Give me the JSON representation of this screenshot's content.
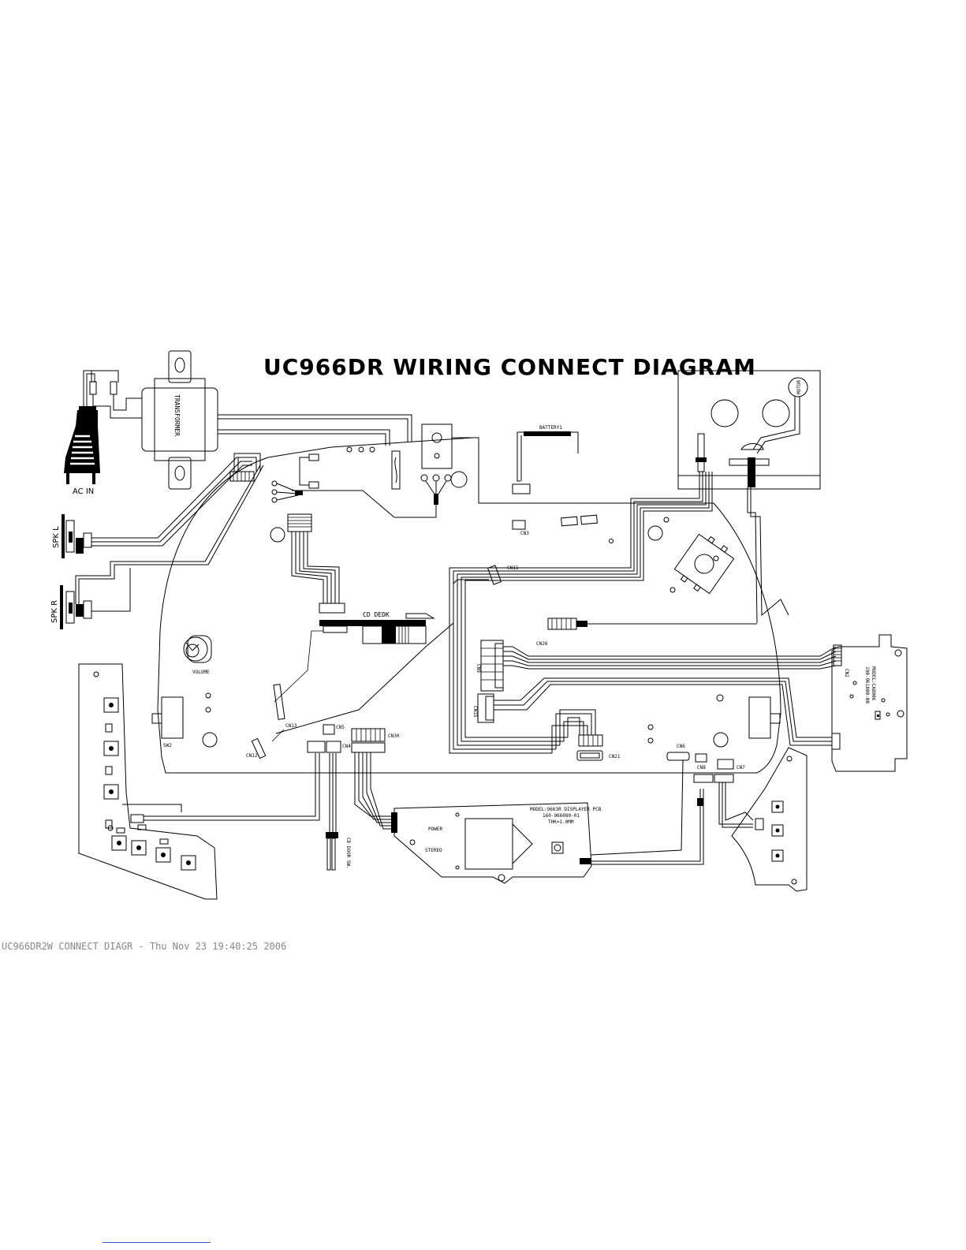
{
  "title": "UC966DR WIRING CONNECT DIAGRAM",
  "footer": "UC966DR2W CONNECT DIAGR - Thu Nov 23 19:40:25 2006",
  "labels": {
    "transformer": "TRANSFORMER",
    "ac_in": "AC IN",
    "spk_l": "SPK L",
    "spk_r": "SPK R",
    "battery": "BATTERY1",
    "motor": "MOTOR",
    "cd_deck": "CD DEDK",
    "volume": "VOLUME",
    "sw2": "SW2",
    "cd_door": "CD DOOR SW.",
    "cn2": "CN2",
    "cn3": "CN3",
    "cn4": "CN4",
    "cn5": "CN5",
    "cn6": "CN6",
    "cn7": "CN7",
    "cn8": "CN8",
    "cn9": "CN9",
    "cn11": "CN11",
    "cn12": "CN12",
    "cn13": "CN13",
    "cn15": "CN15",
    "cn21": "CN21",
    "cn26": "CN26",
    "cn30": "CN30",
    "display_model": "MODEL:9663R DISPLAYER PCB",
    "display_part": "160-966080-01",
    "display_thk": "THK=1.0MM",
    "power": "POWER",
    "stereo": "STEREO",
    "right_pcb_model": "MODEL:CA8006",
    "right_pcb_part": "190-961800-00"
  }
}
